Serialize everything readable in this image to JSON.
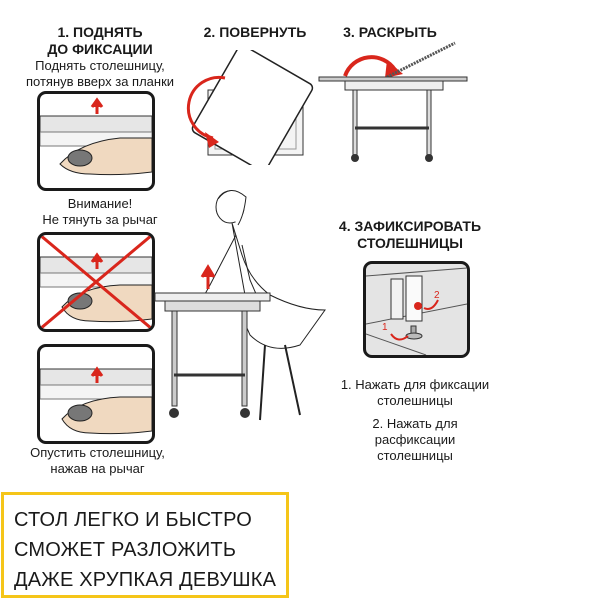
{
  "step1": {
    "title_line1": "1. ПОДНЯТЬ",
    "title_line2": "ДО ФИКСАЦИИ",
    "desc_line1": "Поднять столешницу,",
    "desc_line2": "потянув вверх за планки",
    "warning_line1": "Внимание!",
    "warning_line2": "Не тянуть за рычаг",
    "lower_line1": "Опустить столешницу,",
    "lower_line2": "нажав на рычаг"
  },
  "step2": {
    "title": "2. ПОВЕРНУТЬ"
  },
  "step3": {
    "title": "3. РАСКРЫТЬ"
  },
  "step4": {
    "title_line1": "4. ЗАФИКСИРОВАТЬ",
    "title_line2": "СТОЛЕШНИЦЫ",
    "badge1": "1",
    "badge2": "2",
    "note1_line1": "1. Нажать для фиксации",
    "note1_line2": "столешницы",
    "note2_line1": "2. Нажать для",
    "note2_line2": "расфиксации",
    "note2_line3": "столешницы"
  },
  "promo": {
    "line1": "СТОЛ ЛЕГКО И БЫСТРО",
    "line2": "СМОЖЕТ РАЗЛОЖИТЬ",
    "line3": "ДАЖЕ ХРУПКАЯ ДЕВУШКА"
  },
  "colors": {
    "accent_red": "#d9261c",
    "promo_border": "#f5c518"
  }
}
